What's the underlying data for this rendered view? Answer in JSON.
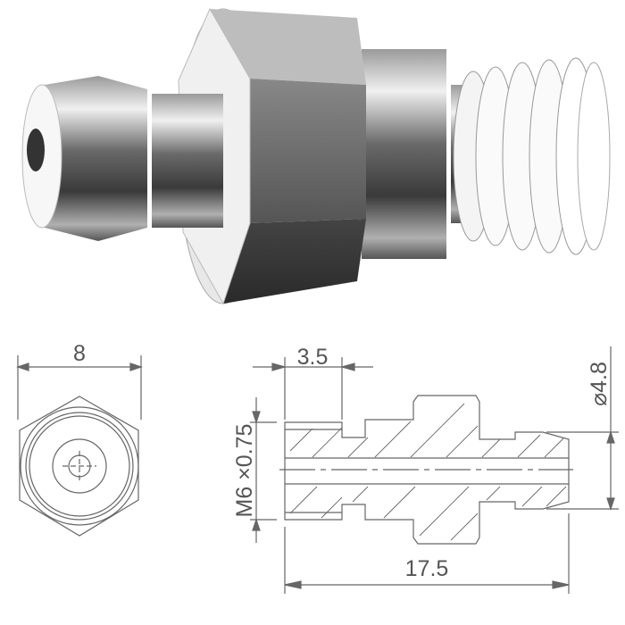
{
  "drawing": {
    "hex_width_label": "8",
    "thread_length_label": "3.5",
    "tip_diameter_label": "⌀4.8",
    "thread_label": "M6 ×0.75",
    "overall_length_label": "17.5"
  },
  "colors": {
    "line": "#666666",
    "metal_dark": "#3a3a3a",
    "metal_light": "#f2f2f2"
  }
}
